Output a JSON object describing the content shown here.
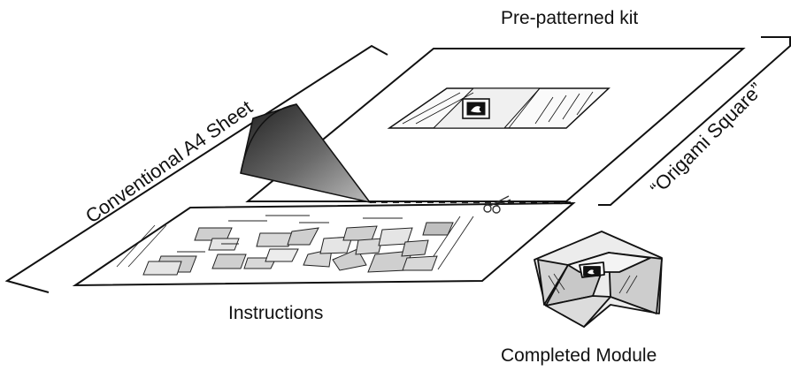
{
  "labels": {
    "kit": "Pre-patterned kit",
    "a4": "Conventional A4 Sheet",
    "origami": "“Origami Square”",
    "instructions": "Instructions",
    "completed": "Completed Module"
  },
  "icons": [
    "scissors-icon",
    "bird-logo-icon"
  ],
  "colors": {
    "ink": "#111111",
    "cone": "#555555",
    "module_fill": "#d4d4d4",
    "sketch_fill": "#cfcfcf"
  }
}
